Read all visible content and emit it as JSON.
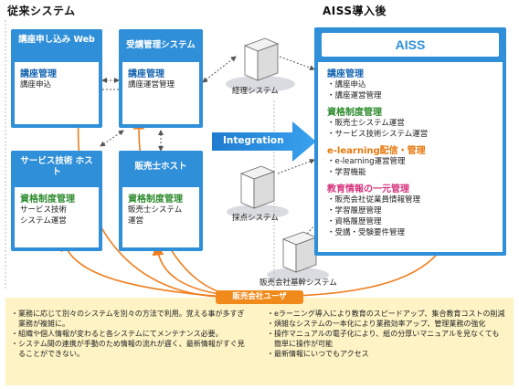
{
  "sections": {
    "before_title": "従来システム",
    "after_title": "AISS導入後"
  },
  "before_systems": {
    "web": {
      "title": "講座申し込み Web",
      "heading": "講座管理",
      "items": [
        "講座申込"
      ]
    },
    "jukou": {
      "title": "受講管理システム",
      "heading": "講座管理",
      "items": [
        "講座運営管理"
      ]
    },
    "service": {
      "title": "サービス技術 ホスト",
      "heading": "資格制度管理",
      "items": [
        "サービス技術",
        "システム運営"
      ]
    },
    "hanbai": {
      "title": "販売士ホスト",
      "heading": "資格制度管理",
      "items": [
        "販売士システム",
        "運営"
      ]
    }
  },
  "servers": {
    "keiri": "経理システム",
    "saiten": "採点システム",
    "kikan": "販売会社基幹システム"
  },
  "integration_label": "Integration",
  "aiss": {
    "title": "AISS",
    "groups": [
      {
        "heading": "講座管理",
        "items": [
          "講座申込",
          "講座運営管理"
        ]
      },
      {
        "heading": "資格制度管理",
        "items": [
          "販売士システム運営",
          "サービス技術システム運営"
        ]
      },
      {
        "heading": "e-learning配信・管理",
        "items": [
          "e-learning運営管理",
          "学習機能"
        ]
      },
      {
        "heading": "教育情報の一元管理",
        "items": [
          "販売会社従業員情報管理",
          "学習履歴管理",
          "資格履歴管理",
          "受講・受験要件管理"
        ]
      }
    ]
  },
  "user_label": "販売会社ユーザ",
  "notes_left": [
    "業務に応じて別々のシステムを別々の方法で利用。覚える事が多すぎ業務が複雑に。",
    "組織や個人情報が変わると各システムにてメンテナンス必要。",
    "システム間の連携が手動のため情報の流れが遅く、最新情報がすぐ見ることができない。"
  ],
  "notes_right": [
    "eラーニング導入により教育のスピードアップ、集合教育コストの削減",
    "煩雑なシステムの一本化により業務効率アップ、管理業務の強化",
    "操作マニュアルの電子化により、紙の分厚いマニュアルを見なくても簡単に操作が可能",
    "最新情報にいつでもアクセス"
  ],
  "colors": {
    "box_blue": "#2f8fd8",
    "arrow_orange": "#f07e1e",
    "note_bg": "#fdf3c4",
    "pill": "#f08a1a"
  }
}
